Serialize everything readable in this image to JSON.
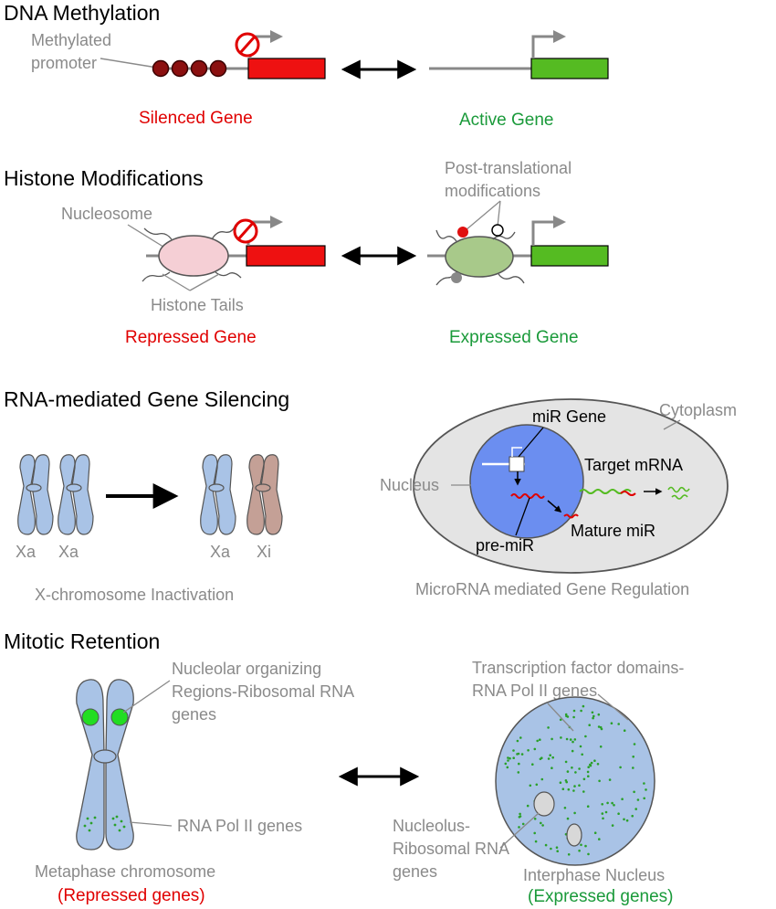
{
  "colors": {
    "red": "#e00000",
    "green": "#1a9a3a",
    "gene_red": "#ee1111",
    "gene_green": "#55bb22",
    "chromosome_blue": "#a9c3e6",
    "chromosome_brown": "#c4a096",
    "nucleus_blue": "#6b8ef0",
    "cytoplasm_gray": "#e4e4e4"
  },
  "sections": {
    "dna_methylation": {
      "heading": "DNA Methylation",
      "label_methylated": "Methylated",
      "label_promoter": "promoter",
      "silenced": "Silenced Gene",
      "active": "Active Gene"
    },
    "histone": {
      "heading": "Histone Modifications",
      "ptm_line1": "Post-translational",
      "ptm_line2": "modifications",
      "nucleosome": "Nucleosome",
      "histone_tails": "Histone Tails",
      "repressed": "Repressed Gene",
      "expressed": "Expressed Gene"
    },
    "rna": {
      "heading": "RNA-mediated Gene Silencing",
      "xa1": "Xa",
      "xa2": "Xa",
      "xa3": "Xa",
      "xi": "Xi",
      "x_inactivation": "X-chromosome Inactivation",
      "cytoplasm": "Cytoplasm",
      "mir_gene": "miR Gene",
      "target_mrna": "Target mRNA",
      "nucleus": "Nucleus",
      "pre_mir": "pre-miR",
      "mature_mir": "Mature miR",
      "micro_caption": "MicroRNA mediated Gene Regulation"
    },
    "mitotic": {
      "heading": "Mitotic Retention",
      "nor_line1": "Nucleolar organizing",
      "nor_line2": "Regions-Ribosomal RNA",
      "nor_line3": "genes",
      "pol2": "RNA Pol II genes",
      "metaphase": "Metaphase chromosome",
      "repressed_genes": "(Repressed genes)",
      "tf_line1": "Transcription factor domains-",
      "tf_line2": "RNA Pol II genes",
      "nucleolus_line1": "Nucleolus-",
      "nucleolus_line2": "Ribosomal RNA",
      "nucleolus_line3": "genes",
      "interphase": "Interphase Nucleus",
      "expressed_genes": "(Expressed genes)"
    }
  }
}
